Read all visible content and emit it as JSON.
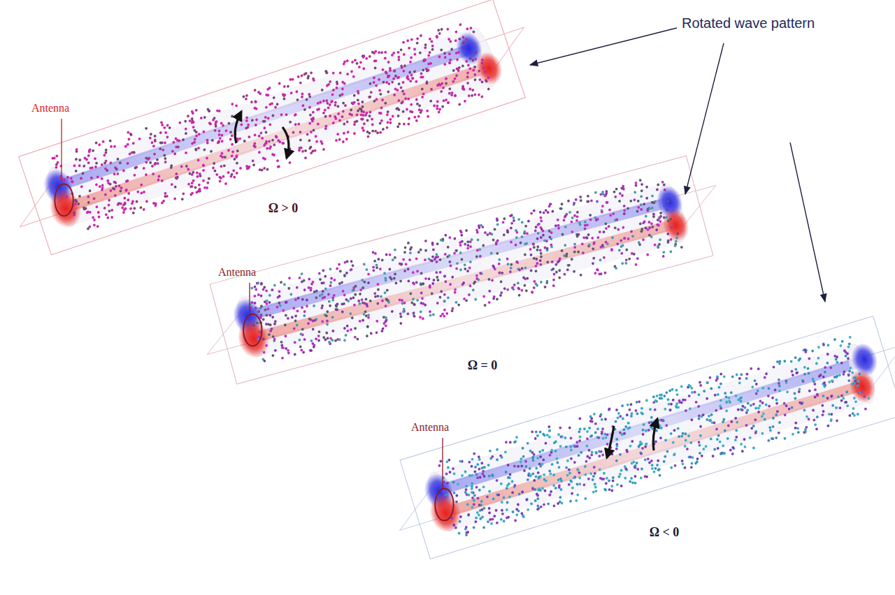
{
  "diagram": {
    "labels": [
      "Rotated wave pattern",
      "Antenna",
      "Ω > 0",
      "Antenna",
      "Ω = 0",
      "Antenna",
      "Ω < 0"
    ]
  }
}
